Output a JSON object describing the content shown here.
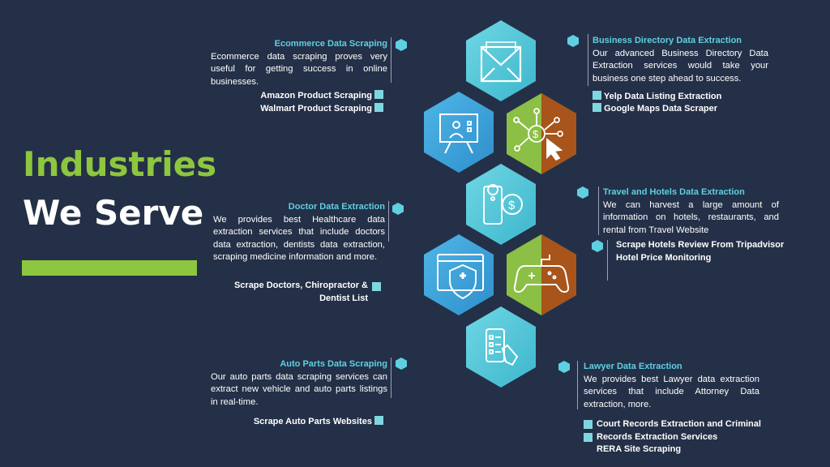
{
  "heading": {
    "line1": "Industries",
    "line2": "We Serve"
  },
  "colors": {
    "background": "#243047",
    "accent_green": "#8dc63f",
    "accent_cyan": "#5fd0e2",
    "hex_cyan": "#5bc8d8",
    "hex_blue": "#3aa3d8",
    "hex_green": "#8bbf45",
    "hex_brown": "#a8541a"
  },
  "ecommerce": {
    "title": "Ecommerce Data Scraping",
    "desc": "Ecommerce data scraping proves very useful for getting success in online businesses.",
    "items": [
      "Amazon Product Scraping",
      "Walmart Product Scraping"
    ]
  },
  "business": {
    "title": "Business Directory Data Extraction",
    "desc": "Our advanced Business Directory Data Extraction services would take your business one step ahead to success.",
    "items": [
      "Yelp Data Listing Extraction",
      "Google Maps Data Scraper"
    ]
  },
  "travel": {
    "title": "Travel and Hotels Data Extraction",
    "desc": "We can harvest a large amount of information on hotels, restaurants, and rental from Travel Website",
    "items": [
      "Scrape Hotels Review From Tripadvisor",
      "Hotel Price Monitoring"
    ]
  },
  "doctor": {
    "title": "Doctor Data Extraction",
    "desc": "We provides best Healthcare data extraction services that include doctors data extraction, dentists data extraction, scraping medicine information and more.",
    "items": [
      "Scrape Doctors, Chiropractor & Dentist List"
    ]
  },
  "auto": {
    "title": "Auto Parts Data Scraping",
    "desc": "Our auto parts data scraping services can extract new vehicle and auto parts listings in real-time.",
    "items": [
      "Scrape Auto Parts Websites"
    ]
  },
  "lawyer": {
    "title": "Lawyer Data Extraction",
    "desc": "We provides best Lawyer data extraction services that include Attorney Data extraction, more.",
    "items": [
      "Court Records Extraction and Criminal Records Extraction Services",
      "RERA Site Scraping"
    ]
  },
  "icons": [
    "envelope-icon",
    "presentation-board-icon",
    "dollar-network-icon",
    "location-payment-icon",
    "medical-shield-icon",
    "gamepad-icon",
    "mobile-touch-icon"
  ]
}
